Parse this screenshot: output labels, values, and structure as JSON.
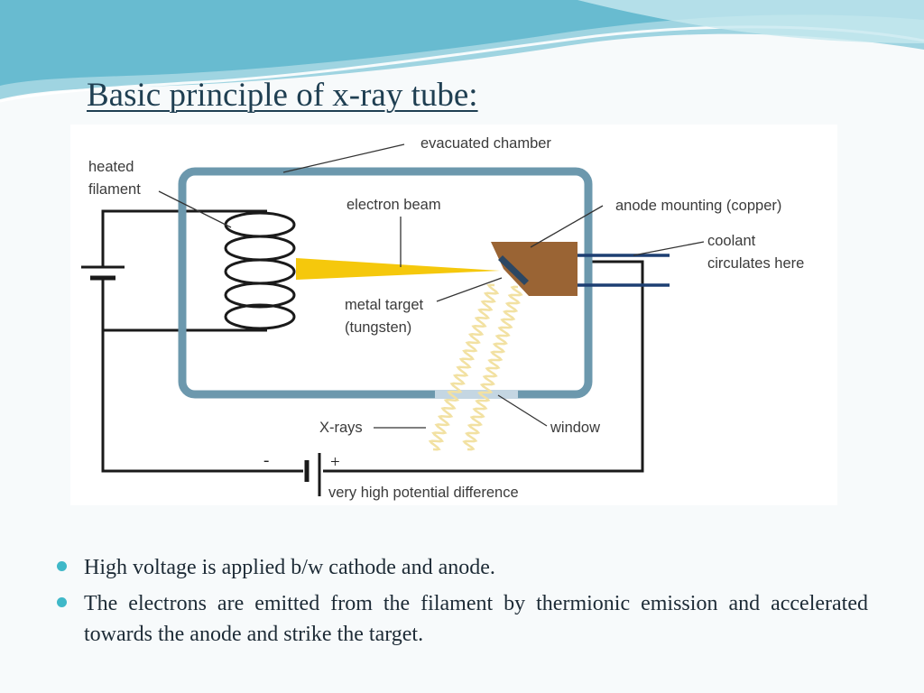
{
  "slide": {
    "title": "Basic principle of x-ray tube:"
  },
  "diagram": {
    "labels": {
      "heated_filament_1": "heated",
      "heated_filament_2": "filament",
      "evacuated_chamber": "evacuated chamber",
      "electron_beam": "electron beam",
      "anode_mounting": "anode mounting (copper)",
      "coolant_1": "coolant",
      "coolant_2": "circulates here",
      "metal_target_1": "metal target",
      "metal_target_2": "(tungsten)",
      "x_rays": "X-rays",
      "window": "window",
      "minus": "-",
      "plus": "+",
      "potential": "very high potential difference"
    },
    "colors": {
      "tube_wall": "#6c98ad",
      "wire": "#1a1a1a",
      "beam": "#f5c80c",
      "anode": "#9a6434",
      "coolant_pipe": "#1d3f72",
      "xray_wave": "#f2e1a2",
      "window": "#c4d6e2"
    }
  },
  "bullets": [
    {
      "text": "High voltage is applied b/w cathode and anode."
    },
    {
      "text": "The electrons are emitted from the filament by thermionic emission and accelerated towards the anode and strike the target."
    }
  ]
}
